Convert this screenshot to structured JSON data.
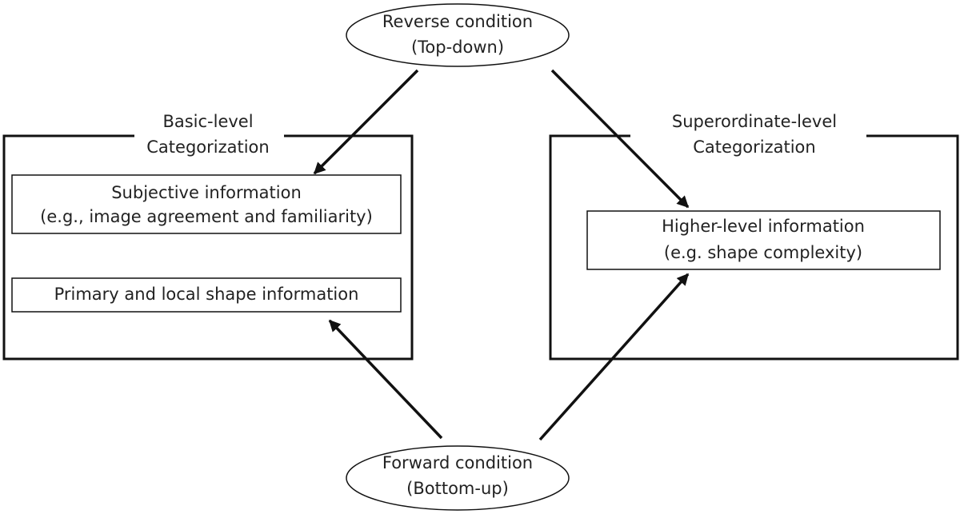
{
  "diagram": {
    "reverse_condition": {
      "line1": "Reverse condition",
      "line2": "(Top-down)"
    },
    "forward_condition": {
      "line1": "Forward condition",
      "line2": "(Bottom-up)"
    },
    "basic_level": {
      "title_line1": "Basic-level",
      "title_line2": "Categorization",
      "subjective_line1": "Subjective information",
      "subjective_line2": "(e.g., image agreement and familiarity)",
      "primary_shape": "Primary and local shape information"
    },
    "superordinate_level": {
      "title_line1": "Superordinate-level",
      "title_line2": "Categorization",
      "higher_line1": "Higher-level information",
      "higher_line2": "(e.g. shape complexity)"
    }
  }
}
